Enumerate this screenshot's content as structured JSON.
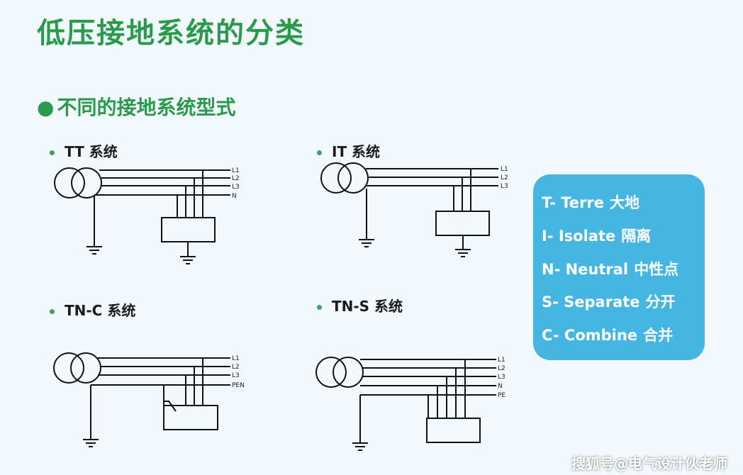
{
  "title": "低压接地系统的分类",
  "subtitle": "不同的接地系统型式",
  "systems": [
    {
      "name": "TT 系统",
      "wires": [
        "L1",
        "L2",
        "L3",
        "N"
      ]
    },
    {
      "name": "IT 系统",
      "wires": [
        "L1",
        "L2",
        "L3"
      ]
    },
    {
      "name": "TN-C 系统",
      "wires": [
        "L1",
        "L2",
        "L3",
        "PEN"
      ]
    },
    {
      "name": "TN-S 系统",
      "wires": [
        "L1",
        "L2",
        "L3",
        "N",
        "PE"
      ]
    }
  ],
  "legend": [
    {
      "abbr": "T- Terre",
      "cn": "大地"
    },
    {
      "abbr": "I- Isolate",
      "cn": "隔离"
    },
    {
      "abbr": "N- Neutral",
      "cn": "中性点"
    },
    {
      "abbr": "S- Separate",
      "cn": "分开"
    },
    {
      "abbr": "C- Combine",
      "cn": "合并"
    }
  ],
  "watermark": "搜狐号@电气设计伙老师",
  "colors": {
    "title": "#2a9a4c",
    "legend_bg": "#45b6e2",
    "background": "#f2f8fb"
  }
}
